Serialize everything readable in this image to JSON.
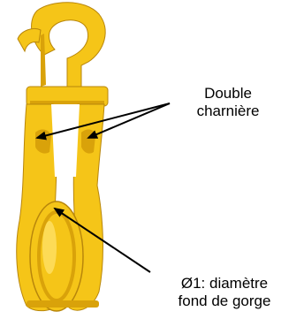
{
  "labels": {
    "hinge_line1": "Double",
    "hinge_line2": "charnière",
    "diameter_line1": "Ø1: diamètre",
    "diameter_line2": "fond de gorge"
  },
  "colors": {
    "body": "#f5c518",
    "shadow": "#d9a20a",
    "highlight": "#ffe066",
    "outline": "#b8860b",
    "arrow": "#000000"
  },
  "icons": {
    "pulley": "snatch-block-pulley-icon"
  }
}
